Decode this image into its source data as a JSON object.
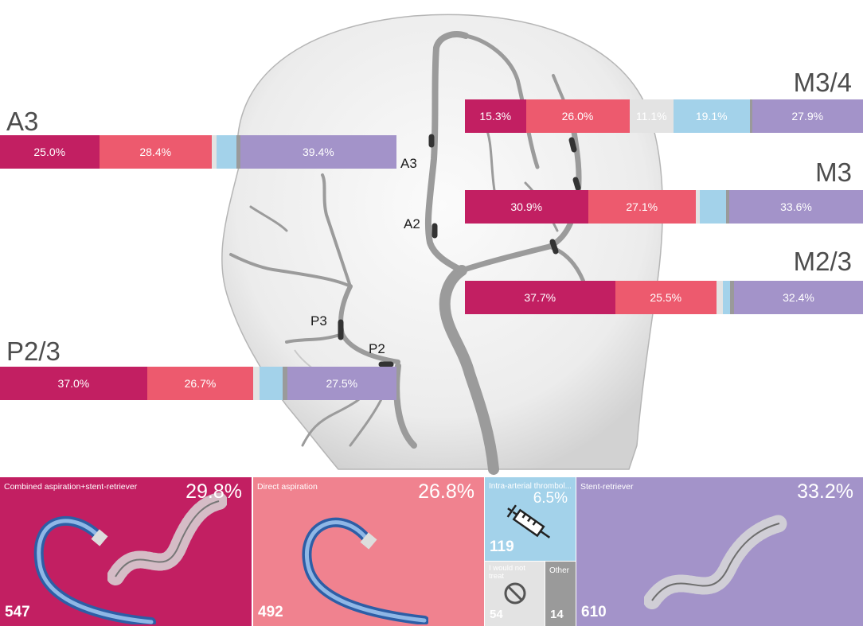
{
  "colors": {
    "combined": "#c21f62",
    "aspiration": "#ed5a6e",
    "thrombolysis": "#a3d2ea",
    "no_treat": "#e3e3e3",
    "other": "#9a9a9a",
    "stent": "#a393c9"
  },
  "vessel_labels": [
    "A3",
    "A2",
    "P3",
    "P2"
  ],
  "chart_data": {
    "type": "bar",
    "stacked": true,
    "orientation": "horizontal",
    "segment_order": [
      "combined",
      "aspiration",
      "no_treat",
      "thrombolysis",
      "other",
      "stent"
    ],
    "rows": [
      {
        "label": "A3",
        "values": {
          "combined": 25.0,
          "aspiration": 28.4,
          "no_treat": 1.2,
          "thrombolysis": 5.0,
          "other": 1.0,
          "stent": 39.4
        },
        "value_labels": {
          "combined": "25.0%",
          "aspiration": "28.4%",
          "stent": "39.4%"
        }
      },
      {
        "label": "M3/4",
        "values": {
          "combined": 15.3,
          "aspiration": 26.0,
          "no_treat": 11.1,
          "thrombolysis": 19.1,
          "other": 0.6,
          "stent": 27.9
        },
        "value_labels": {
          "combined": "15.3%",
          "aspiration": "26.0%",
          "no_treat": "11.1%",
          "thrombolysis": "19.1%",
          "stent": "27.9%"
        }
      },
      {
        "label": "M3",
        "values": {
          "combined": 30.9,
          "aspiration": 27.1,
          "no_treat": 1.0,
          "thrombolysis": 6.5,
          "other": 0.9,
          "stent": 33.6
        },
        "value_labels": {
          "combined": "30.9%",
          "aspiration": "27.1%",
          "stent": "33.6%"
        }
      },
      {
        "label": "M2/3",
        "values": {
          "combined": 37.7,
          "aspiration": 25.5,
          "no_treat": 1.5,
          "thrombolysis": 1.8,
          "other": 1.1,
          "stent": 32.4
        },
        "value_labels": {
          "combined": "37.7%",
          "aspiration": "25.5%",
          "stent": "32.4%"
        }
      },
      {
        "label": "P2/3",
        "values": {
          "combined": 37.0,
          "aspiration": 26.7,
          "no_treat": 1.5,
          "thrombolysis": 5.8,
          "other": 1.2,
          "stent": 27.5
        },
        "value_labels": {
          "combined": "37.0%",
          "aspiration": "26.7%",
          "stent": "27.5%"
        }
      }
    ],
    "totals": [
      {
        "key": "combined",
        "name": "Combined aspiration+stent-retriever",
        "percent": "29.8%",
        "count": "547"
      },
      {
        "key": "aspiration",
        "name": "Direct aspiration",
        "percent": "26.8%",
        "count": "492"
      },
      {
        "key": "thrombolysis",
        "name": "Intra-arterial thrombol...",
        "percent": "6.5%",
        "count": "119"
      },
      {
        "key": "no_treat",
        "name": "I would not treat",
        "percent": "",
        "count": "54"
      },
      {
        "key": "other",
        "name": "Other",
        "percent": "",
        "count": "14"
      },
      {
        "key": "stent",
        "name": "Stent-retriever",
        "percent": "33.2%",
        "count": "610"
      }
    ]
  }
}
